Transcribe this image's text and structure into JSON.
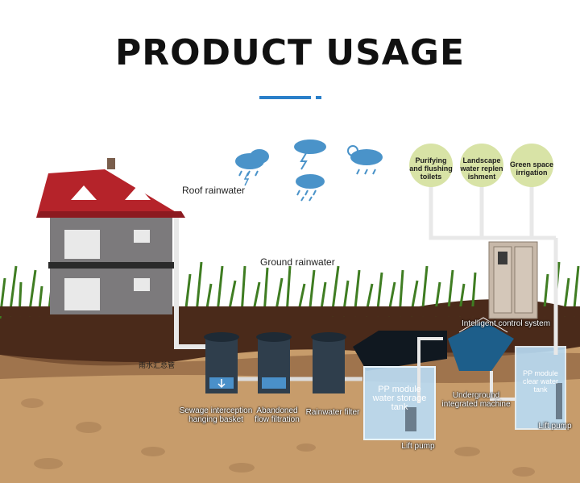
{
  "title": "PRODUCT USAGE",
  "colors": {
    "accent": "#2a7fc9",
    "soil_dark": "#4a2c1c",
    "soil_light": "#c49a6c",
    "grass": "#4d8a2a",
    "water": "#b8dcf5"
  },
  "labels": {
    "roof_rainwater": "Roof rainwater",
    "ground_rainwater": "Ground rainwater",
    "sewage_interception_line1": "Sewage interception",
    "sewage_interception_line2": "hanging basket",
    "abandoned_line1": "Abandoned",
    "abandoned_line2": "flow filtration",
    "rainwater_filter": "Rainwater filter",
    "pp_module_storage_line1": "PP module",
    "pp_module_storage_line2": "water storage",
    "pp_module_storage_line3": "tank",
    "underground_line1": "Underground",
    "underground_line2": "integrated machine",
    "intelligent_control": "Intelligent control system",
    "pp_module_clear_line1": "PP module",
    "pp_module_clear_line2": "clear water",
    "pp_module_clear_line3": "tank",
    "lift_pump_1": "Lift pump",
    "lift_pump_2": "Lift pump",
    "house_sign": "雨水汇总管"
  },
  "uses": [
    {
      "line1": "Purifying",
      "line2": "and flushing",
      "line3": "toilets"
    },
    {
      "line1": "Landscape",
      "line2": "water replen",
      "line3": "ishment"
    },
    {
      "line1": "Green space",
      "line2": "irrigation",
      "line3": ""
    }
  ],
  "icons": [
    "rain-cloud-icon",
    "lightning-cloud-icon",
    "sun-cloud-icon"
  ]
}
